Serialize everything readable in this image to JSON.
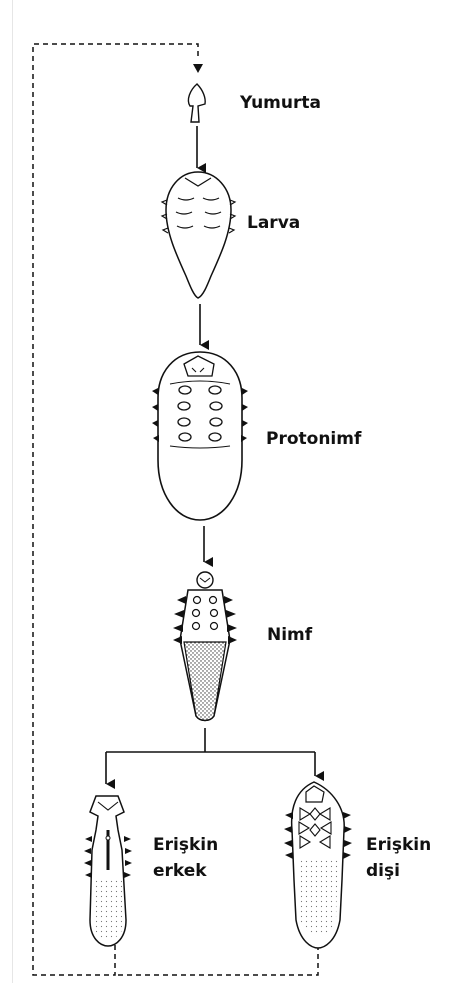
{
  "stages": {
    "egg": "Yumurta",
    "larva": "Larva",
    "protonymph": "Protonimf",
    "nymph": "Nimf",
    "adult_male": [
      "Erişkin",
      "erkek"
    ],
    "adult_female": [
      "Erişkin",
      "dişi"
    ]
  },
  "colors": {
    "ink": "#111111",
    "background": "#ffffff"
  }
}
